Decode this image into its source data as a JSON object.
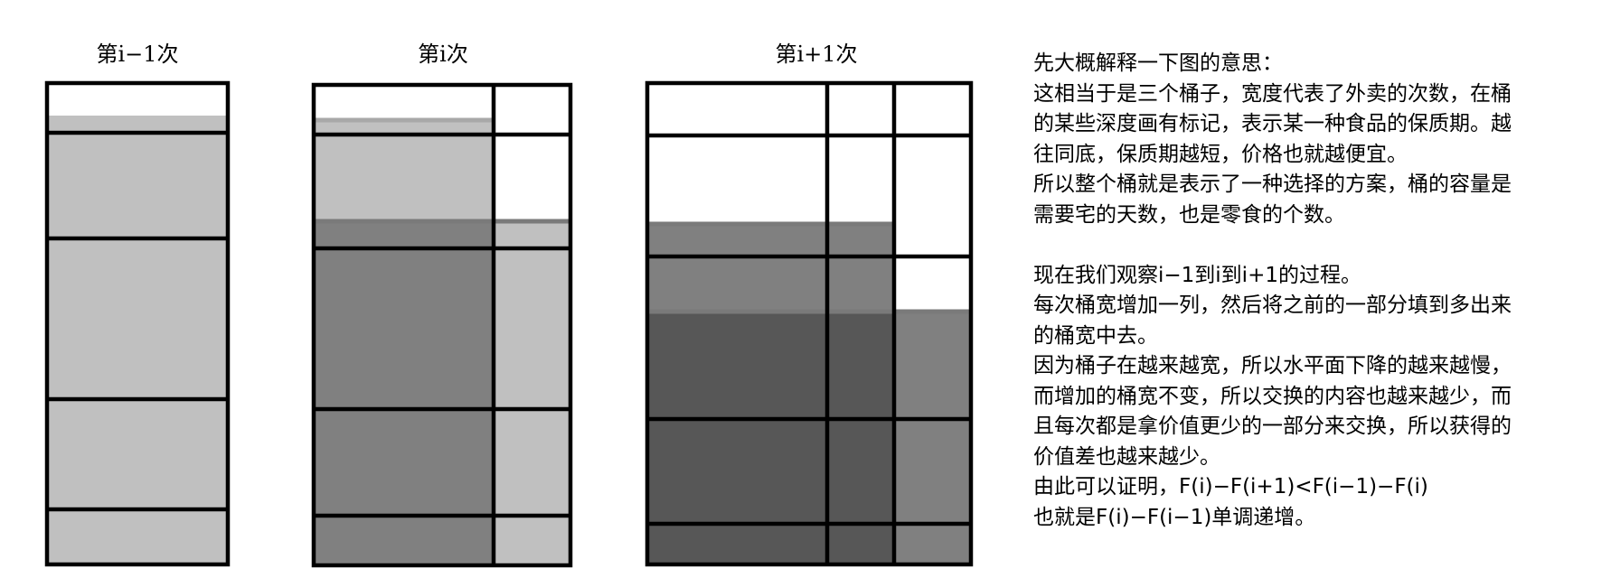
{
  "titles": {
    "bucket_1": "第i−1次",
    "bucket_2": "第i次",
    "bucket_3": "第i+1次"
  },
  "explanation": {
    "p1": [
      "先大概解释一下图的意思：",
      "这相当于是三个桶子，宽度代表了外卖的次数，在桶",
      "的某些深度画有标记，表示某一种食品的保质期。越",
      "往同底，保质期越短，价格也就越便宜。",
      "所以整个桶就是表示了一种选择的方案，桶的容量是",
      "需要宅的天数，也是零食的个数。"
    ],
    "p2": [
      "现在我们观察i−1到i到i+1的过程。",
      "每次桶宽增加一列，然后将之前的一部分填到多出来",
      "的桶宽中去。",
      "因为桶子在越来越宽，所以水平面下降的越来越慢，",
      "而增加的桶宽不变，所以交换的内容也越来越少，而",
      "且每次都是拿价值更少的一部分来交换，所以获得的",
      "价值差也越来越少。",
      "由此可以证明，F(i)−F(i+1)<F(i−1)−F(i)",
      "也就是F(i)−F(i−1)单调递增。"
    ]
  },
  "colors": {
    "light_fill": "#c0c0c0",
    "medium_fill": "#808080",
    "dark_fill": "#575757",
    "outline": "#000000",
    "water_line": "#7a7a7a"
  }
}
